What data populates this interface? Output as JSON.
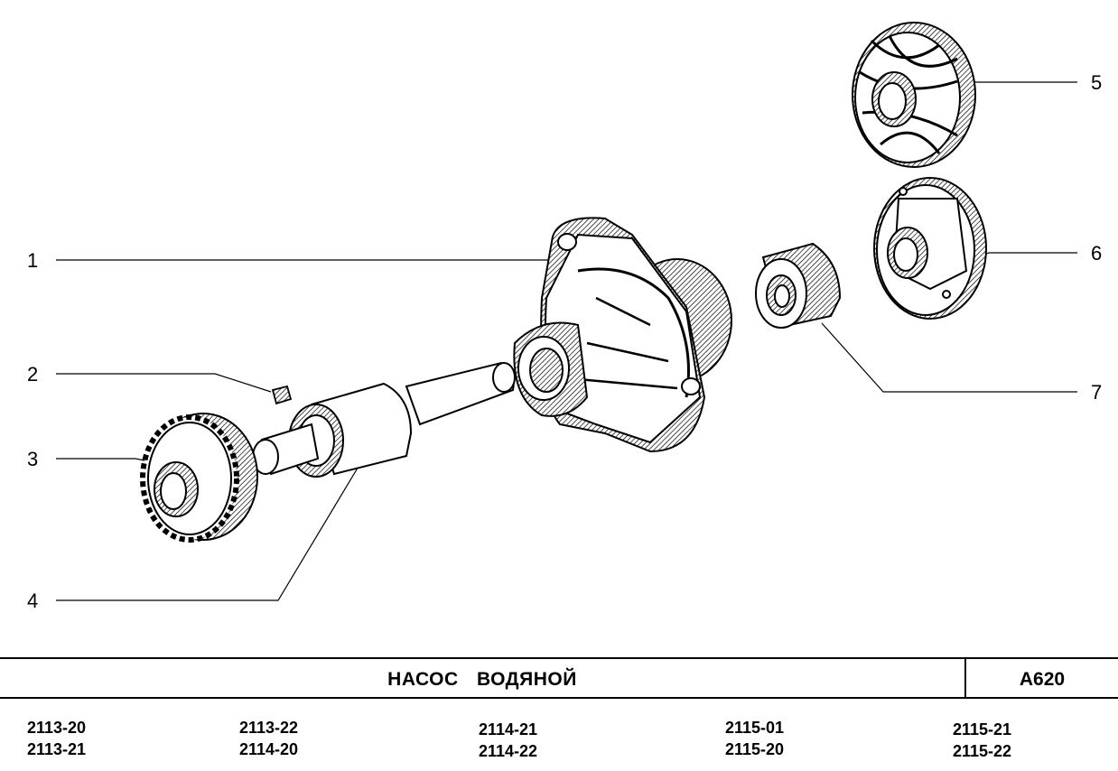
{
  "callouts": [
    {
      "label": "1"
    },
    {
      "label": "2"
    },
    {
      "label": "3"
    },
    {
      "label": "4"
    },
    {
      "label": "5"
    },
    {
      "label": "6"
    },
    {
      "label": "7"
    }
  ],
  "title": "НАСОС   ВОДЯНОЙ",
  "catalog_code": "A620",
  "models": [
    "2113-20",
    "2113-21",
    "2113-22",
    "2114-20",
    "2114-21",
    "2114-22",
    "2115-01",
    "2115-20",
    "2115-21",
    "2115-22"
  ]
}
